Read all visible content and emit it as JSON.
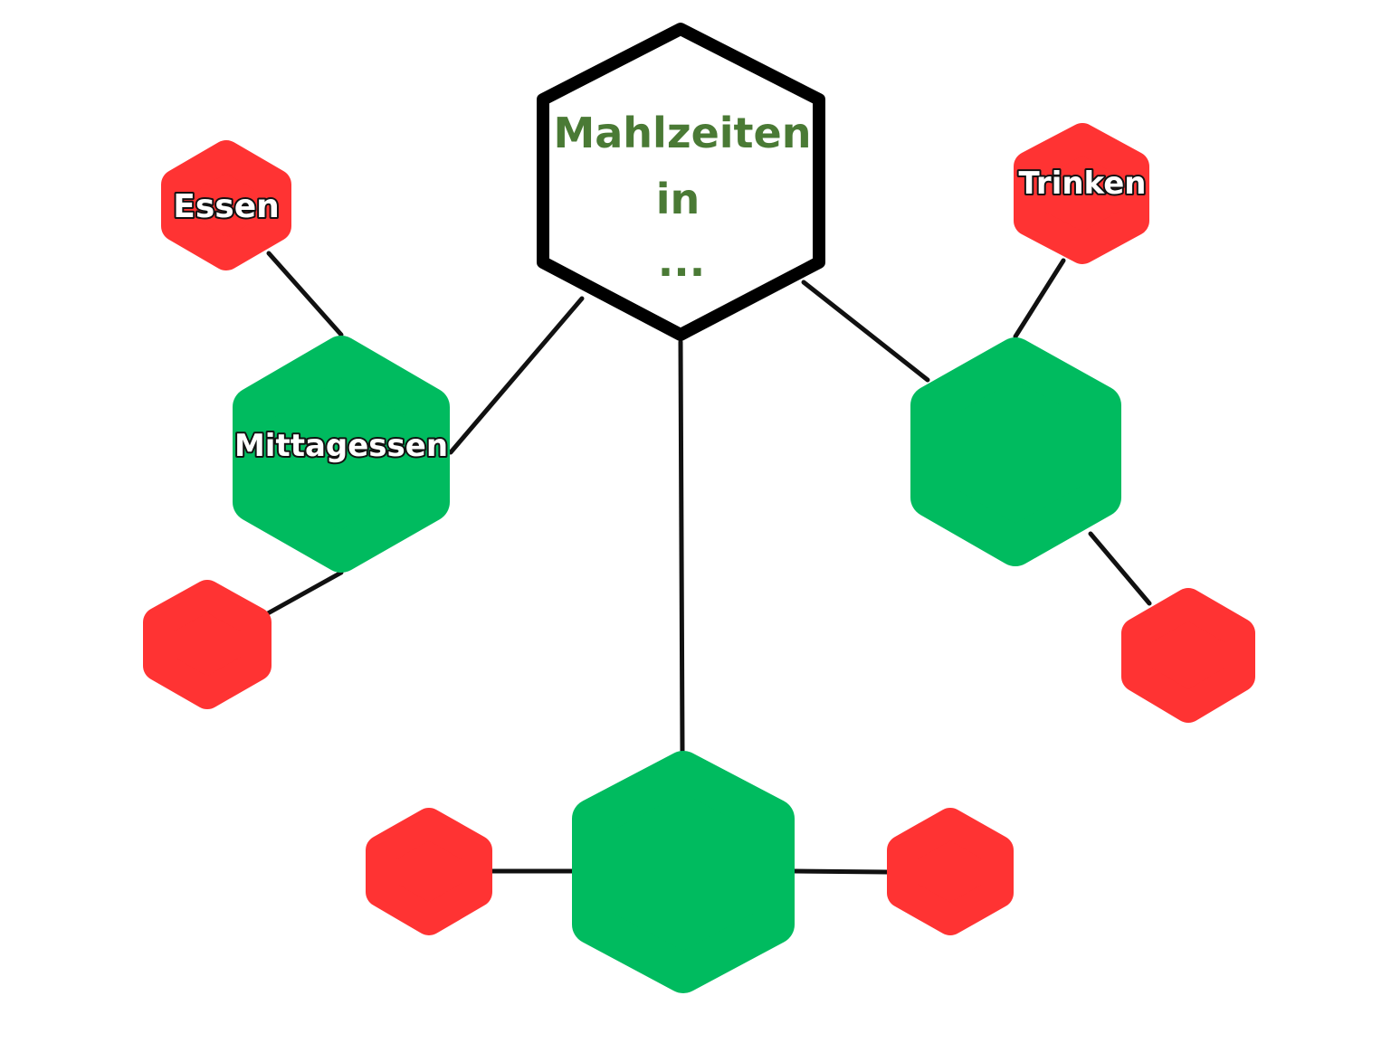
{
  "center_node": {
    "title_line1": "Mahlzeiten",
    "title_line2": "in",
    "title_line3": "...",
    "text_color": "#4a7a35"
  },
  "branches": {
    "left": {
      "label": "Mittagessen",
      "sub_top_label": "Essen",
      "sub_bottom_label": ""
    },
    "right": {
      "label": "",
      "sub_top_label": "Trinken",
      "sub_bottom_label": ""
    },
    "bottom": {
      "label": "",
      "sub_left_label": "",
      "sub_right_label": ""
    }
  },
  "colors": {
    "primary_node": "#00bb5f",
    "secondary_node": "#ff3333",
    "center_border": "#000000",
    "connector": "#111111"
  }
}
